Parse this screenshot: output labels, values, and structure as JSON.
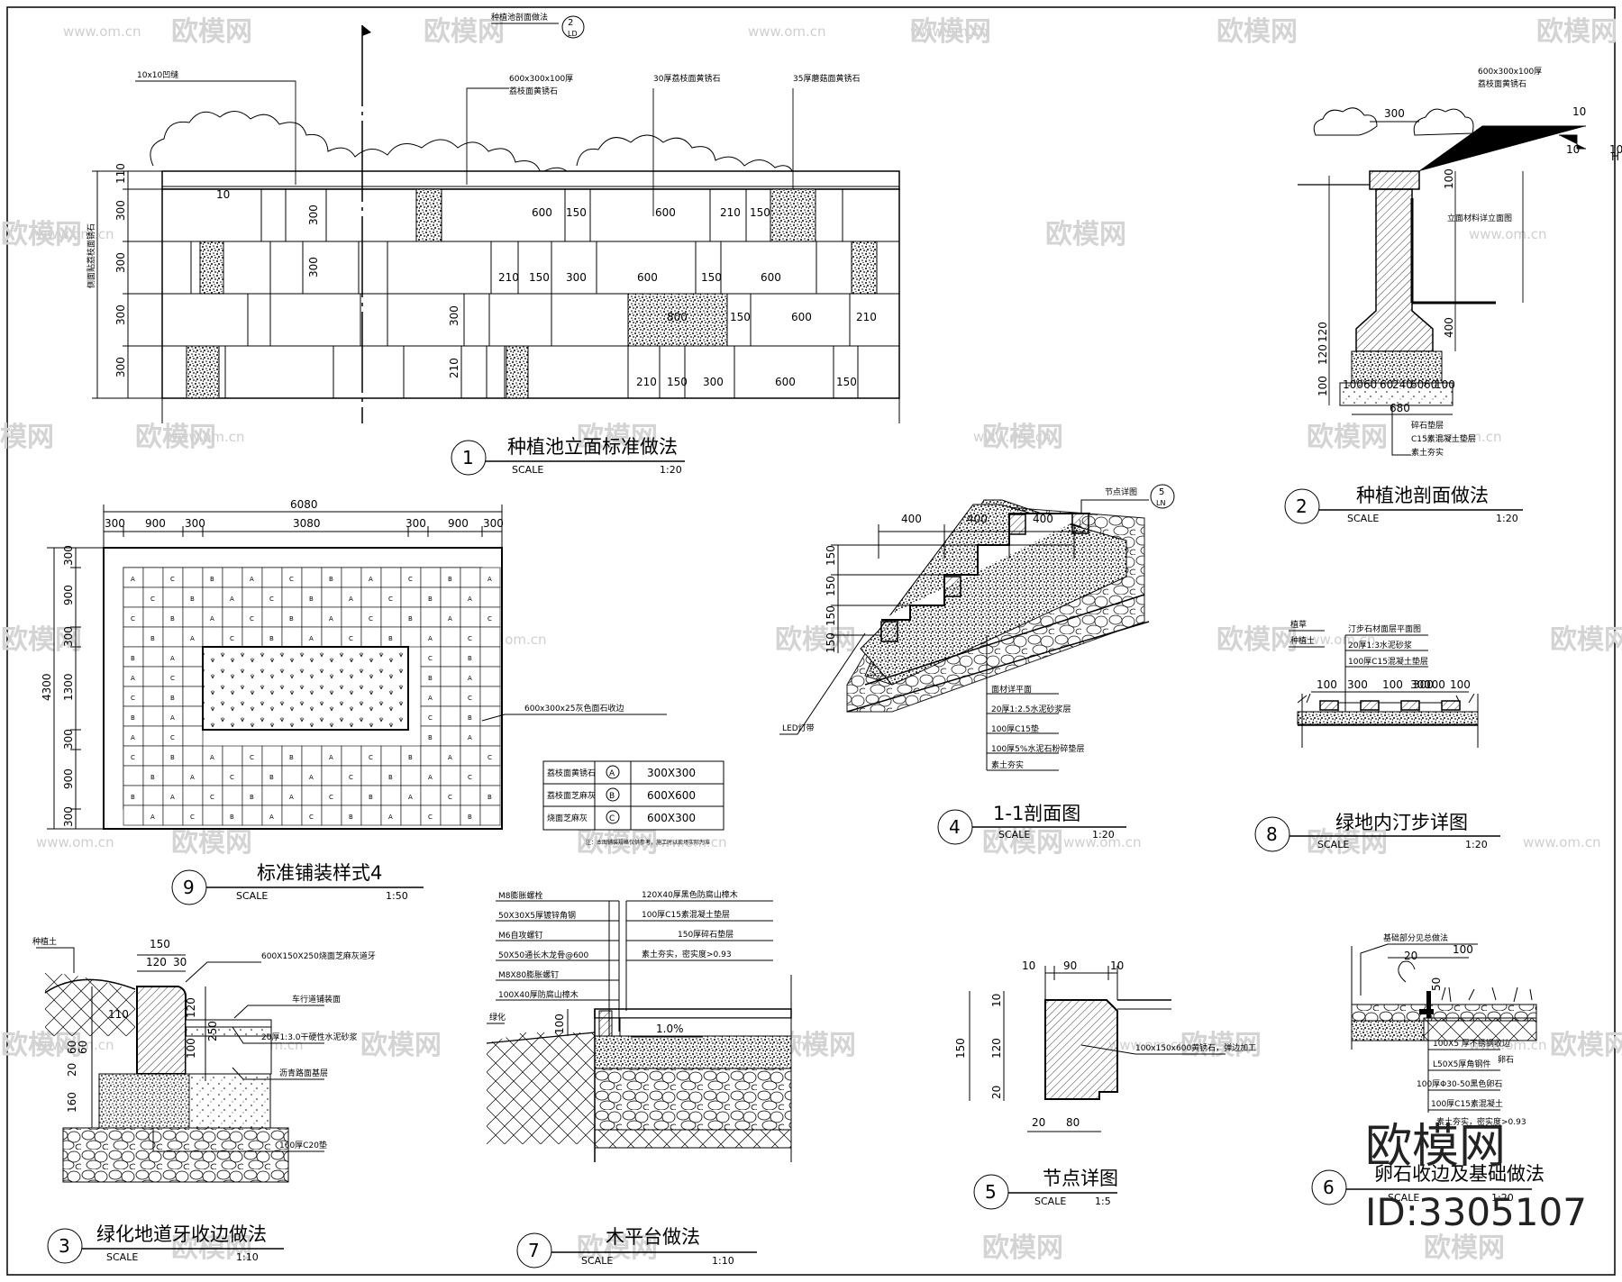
{
  "watermark": {
    "brand": "欧模网",
    "url": "www.om.cn"
  },
  "stamp": {
    "brand": "欧模网",
    "id": "ID:3305107"
  },
  "details": {
    "d1": {
      "num": "1",
      "title": "种植池立面标准做法",
      "scale_label": "SCALE",
      "scale": "1:20",
      "callout": "2",
      "callout_sub": "LD",
      "notes": [
        "10x10凹缝",
        "600x300x100厚",
        "荔枝面黄锈石",
        "30厚荔枝面黄锈石",
        "35厚蘑菇面黄锈石",
        "种植池剖面做法",
        "侧面贴荔枝面锈石"
      ],
      "dims": [
        "110",
        "300",
        "300",
        "300",
        "300",
        "10",
        "300",
        "300",
        "300",
        "600",
        "150",
        "600",
        "210",
        "150",
        "210",
        "150",
        "300",
        "600",
        "150",
        "600",
        "800",
        "150",
        "600",
        "210",
        "210",
        "150",
        "300",
        "600",
        "150"
      ]
    },
    "d2": {
      "num": "2",
      "title": "种植池剖面做法",
      "scale_label": "SCALE",
      "scale": "1:20",
      "notes": [
        "600x300x100厚",
        "荔枝面黄锈石",
        "10x10凹缝",
        "立面材料详立面图",
        "素土夯实",
        "C15素混凝土垫层",
        "碎石垫层"
      ],
      "dims": [
        "300",
        "10",
        "10",
        "10",
        "100",
        "400",
        "120",
        "120",
        "100",
        "100",
        "60",
        "60",
        "240",
        "60",
        "60",
        "100",
        "680",
        "H"
      ]
    },
    "d9": {
      "num": "9",
      "title": "标准铺装样式4",
      "scale_label": "SCALE",
      "scale": "1:50",
      "dims_top": [
        "6080",
        "300",
        "900",
        "300",
        "3080",
        "300",
        "900",
        "300"
      ],
      "dims_left": [
        "4300",
        "300",
        "900",
        "300",
        "1300",
        "300",
        "900",
        "300"
      ],
      "note": "600x300x25灰色面石收边",
      "legend": [
        {
          "mat": "荔枝面黄锈石",
          "code": "A",
          "size": "300X300"
        },
        {
          "mat": "荔枝面芝麻灰",
          "code": "B",
          "size": "600X600"
        },
        {
          "mat": "烧面芝麻灰",
          "code": "C",
          "size": "600X300"
        }
      ],
      "legend_note": "注：本图铺装规格仅供参考，施工时以现场实际为准",
      "codes": [
        "A",
        "B",
        "C"
      ]
    },
    "d4": {
      "num": "4",
      "title": "1-1剖面图",
      "scale_label": "SCALE",
      "scale": "1:20",
      "dims": [
        "400",
        "400",
        "400",
        "150",
        "150",
        "150",
        "150"
      ],
      "callout": "5",
      "callout_sub": "LN",
      "callout_label": "节点详图",
      "notes": [
        "面材详平面",
        "20厚1:2.5水泥砂浆层",
        "100厚C15垫",
        "100厚5%水泥石粉碎垫层",
        "素土夯实",
        "LED灯带"
      ]
    },
    "d8": {
      "num": "8",
      "title": "绿地内汀步详图",
      "scale_label": "SCALE",
      "scale": "1:20",
      "notes": [
        "植草",
        "种植土",
        "汀步石材面层平面图",
        "20厚1:3水泥砂浆",
        "100厚C15混凝土垫层"
      ],
      "dims": [
        "100",
        "300",
        "100",
        "300",
        "100",
        "300",
        "100"
      ]
    },
    "d3": {
      "num": "3",
      "title": "绿化地道牙收边做法",
      "scale_label": "SCALE",
      "scale": "1:10",
      "notes": [
        "种植土",
        "600X150X250烧面芝麻灰道牙",
        "车行道铺装面",
        "20厚1:3.0干硬性水泥砂浆",
        "沥青路面基层",
        "160厚C20垫"
      ],
      "dims": [
        "150",
        "120",
        "30",
        "110",
        "120",
        "250",
        "100",
        "60",
        "60",
        "20",
        "160"
      ]
    },
    "d7": {
      "num": "7",
      "title": "木平台做法",
      "scale_label": "SCALE",
      "scale": "1:10",
      "notes_left": [
        "M8膨胀螺栓",
        "50X30X5厚镀锌角钢",
        "M6自攻螺钉",
        "50X50通长木龙骨@600",
        "M8X80膨胀螺钉",
        "100X40厚防腐山樟木",
        "绿化"
      ],
      "notes_right": [
        "120X40厚黑色防腐山樟木",
        "100厚C15素混凝土垫层",
        "150厚碎石垫层",
        "素土夯实，密实度>0.93"
      ],
      "dims": [
        "100"
      ],
      "slope": "1.0%"
    },
    "d5": {
      "num": "5",
      "title": "节点详图",
      "scale_label": "SCALE",
      "scale": "1:5",
      "note": "100x150x600黄锈石，弹边加工",
      "dims": [
        "10",
        "90",
        "10",
        "10",
        "150",
        "120",
        "20",
        "20",
        "80"
      ]
    },
    "d6": {
      "num": "6",
      "title": "卵石收边及基础做法",
      "scale_label": "SCALE",
      "scale": "1:20",
      "notes": [
        "基础部分见总做法",
        "100X5 厚不锈钢收边",
        "L50X5厚角钢件",
        "100厚Φ30-50黑色卵石",
        "100厚C15素混凝土",
        "素土夯实，密实度>0.93",
        "卵石"
      ],
      "dims": [
        "20",
        "100",
        "50"
      ]
    }
  }
}
